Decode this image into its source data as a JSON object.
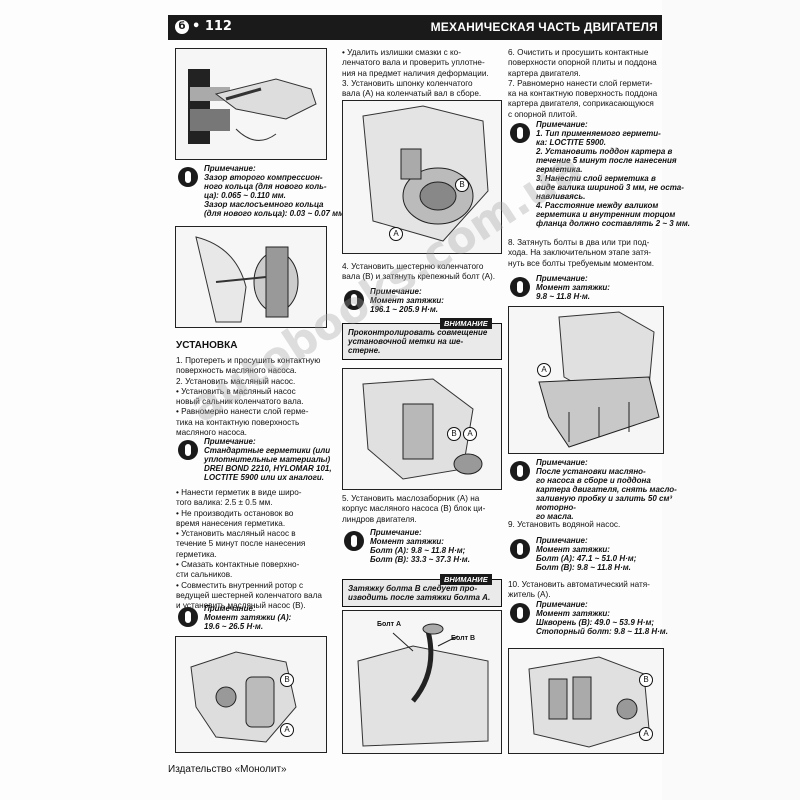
{
  "header": {
    "page_number": "112",
    "section_title": "МЕХАНИЧЕСКАЯ ЧАСТЬ ДВИГАТЕЛЯ"
  },
  "col1": {
    "note1_label": "Примечание:",
    "note1_lines": [
      "Зазор второго компрессион-",
      "ного кольца (для нового коль-",
      "ца): 0.065 ~ 0.110 мм.",
      "Зазор маслосъемного кольца",
      "(для нового кольца): 0.03 ~ 0.07 мм."
    ],
    "heading_install": "УСТАНОВКА",
    "steps": [
      "1. Протереть и просушить контактную",
      "поверхность масляного насоса.",
      "2. Установить масляный насос.",
      "• Установить в масляный насос",
      "новый сальник коленчатого вала.",
      "• Равномерно нанести слой герме-",
      "тика на контактную поверхность",
      "масляного насоса."
    ],
    "note2_label": "Примечание:",
    "note2_lines": [
      "Стандартные герметики (или",
      "уплотнительные материалы)",
      "DREI BOND 2210, HYLOMAR 101,",
      "LOCTITE 5900 или их аналоги."
    ],
    "steps2": [
      "• Нанести герметик в виде широ-",
      "того валика: 2.5 ± 0.5 мм.",
      "• Не производить остановок во",
      "время нанесения герметика.",
      "• Установить масляный насос в",
      "течение 5 минут после нанесения",
      "герметика.",
      "• Смазать контактные поверхно-",
      "сти сальников.",
      "• Совместить внутренний ротор с",
      "ведущей шестерней коленчатого вала",
      "и установить масляный насос (B)."
    ],
    "note3_label": "Примечание:",
    "note3_lines": [
      "Момент затяжки (A):",
      "19.6 ~ 26.5 Н·м."
    ]
  },
  "col2": {
    "text1": [
      "• Удалить излишки смазки с ко-",
      "ленчатого вала и проверить уплотне-",
      "ния на предмет наличия деформации.",
      "3. Установить шпонку коленчатого",
      "вала (A) на коленчатый вал в сборе."
    ],
    "text2": [
      "4. Установить шестерню коленчатого",
      "вала (B) и затянуть крепежный болт (A)."
    ],
    "note1_label": "Примечание:",
    "note1_lines": [
      "Момент затяжки:",
      "196.1 ~ 205.9 Н·м."
    ],
    "warn1_tag": "ВНИМАНИЕ",
    "warn1_lines": [
      "Проконтролировать совмещение",
      "установочной метки на ше-",
      "стерне."
    ],
    "text3": [
      "5. Установить маслозаборник (A) на",
      "корпус масляного насоса (B) блок ци-",
      "линдров двигателя."
    ],
    "note2_label": "Примечание:",
    "note2_lines": [
      "Момент затяжки:",
      "Болт (A): 9.8 ~ 11.8 Н·м;",
      "Болт (B): 33.3 ~ 37.3 Н·м."
    ],
    "warn2_tag": "ВНИМАНИЕ",
    "warn2_lines": [
      "Затяжку болта B следует про-",
      "изводить после затяжки болта A."
    ],
    "fig_label_a": "Болт A",
    "fig_label_b": "Болт B"
  },
  "col3": {
    "text1": [
      "6. Очистить и просушить контактные",
      "поверхности опорной плиты и поддона",
      "картера двигателя.",
      "7. Равномерно нанести слой гермети-",
      "ка на контактную поверхность поддона",
      "картера двигателя, соприкасающуюся",
      "с опорной плитой."
    ],
    "note1_label": "Примечание:",
    "note1_lines": [
      "1. Тип применяемого гермети-",
      "ка: LOCTITE 5900.",
      "2. Установить поддон картера в",
      "течение 5 минут после нанесения",
      "герметика.",
      "3. Нанести слой герметика в",
      "виде валика шириной 3 мм, не оста-",
      "навливаясь.",
      "4. Расстояние между валиком",
      "герметика и внутренним торцом",
      "фланца должно составлять 2 ~ 3 мм."
    ],
    "text2": [
      "8. Затянуть болты в два или три под-",
      "хода. На заключительном этапе затя-",
      "нуть все болты требуемым моментом."
    ],
    "note2_label": "Примечание:",
    "note2_lines": [
      "Момент затяжки:",
      "9.8 ~ 11.8 Н·м."
    ],
    "note3_label": "Примечание:",
    "note3_lines": [
      "После установки масляно-",
      "го насоса в сборе и поддона",
      "картера двигателя, снять масло-",
      "заливную пробку и залить 50 см³ моторно-",
      "го масла."
    ],
    "text3": [
      "9. Установить водяной насос."
    ],
    "note4_label": "Примечание:",
    "note4_lines": [
      "Момент затяжки:",
      "Болт (A): 47.1 ~ 51.0 Н·м;",
      "Болт (B): 9.8 ~ 11.8 Н·м."
    ],
    "text4": [
      "10. Установить автоматический натя-",
      "житель (A)."
    ],
    "note5_label": "Примечание:",
    "note5_lines": [
      "Момент затяжки:",
      "Шкворень (B): 49.0 ~ 53.9 Н·м;",
      "Стопорный болт: 9.8 ~ 11.8 Н·м."
    ]
  },
  "footer": {
    "publisher": "Издательство «Монолит»"
  },
  "watermark": {
    "text": "autobooks.com.ua"
  }
}
